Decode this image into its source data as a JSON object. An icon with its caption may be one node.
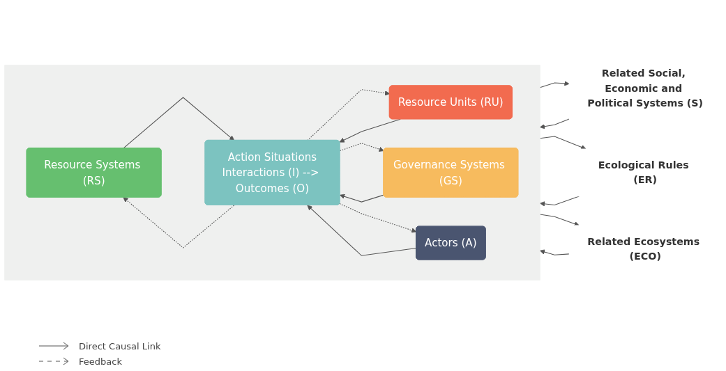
{
  "diagram": {
    "nodes": [
      {
        "text": [],
        "shape": "box"
      },
      {
        "text": [
          "Related Social, Economic and Political Systems (S)"
        ]
      },
      {
        "text": [
          "Resource Systems (RS)"
        ],
        "in": 0
      },
      {
        "text": [
          "Governance Systems (GS)"
        ],
        "in": 0
      },
      {
        "text": [
          "Action Situations",
          "Interactions (I) --> Outcomes (O)"
        ],
        "in": 0
      },
      {
        "text": [
          "Resource Units (RU)"
        ],
        "in": 0
      },
      {
        "text": [
          "Actors (A)"
        ],
        "in": 0
      },
      {
        "text": [
          "Ecological Rules (ER)"
        ]
      },
      {
        "text": [
          "Related Ecosystems (ECO)"
        ]
      }
    ],
    "edges": [
      {
        "from": 2,
        "to": 4,
        "arrow": "to"
      },
      {
        "from": 5,
        "to": 4,
        "arrow": "to"
      },
      {
        "from": 3,
        "to": 4,
        "arrow": "to"
      },
      {
        "from": 6,
        "to": 4,
        "arrow": "to"
      },
      {
        "from": 4,
        "to": 2,
        "arrow": "to",
        "style": "dashed"
      },
      {
        "from": 4,
        "to": 3,
        "arrow": "to",
        "style": "dashed"
      },
      {
        "from": 4,
        "to": 5,
        "arrow": "to",
        "style": "dashed"
      },
      {
        "from": 4,
        "to": 6,
        "arrow": "to",
        "style": "dashed"
      },
      {
        "from": 0,
        "to": 1,
        "arrow": "to"
      },
      {
        "from": 1,
        "to": 0,
        "arrow": "to"
      },
      {
        "from": 0,
        "to": 7,
        "arrow": "to"
      },
      {
        "from": 7,
        "to": 0,
        "arrow": "to"
      },
      {
        "from": 0,
        "to": 8,
        "arrow": "to"
      },
      {
        "from": 8,
        "to": 0,
        "arrow": "to"
      }
    ],
    "legend": [
      {
        "text": "Direct Causal Link"
      },
      {
        "text": "Feedback"
      }
    ]
  }
}
